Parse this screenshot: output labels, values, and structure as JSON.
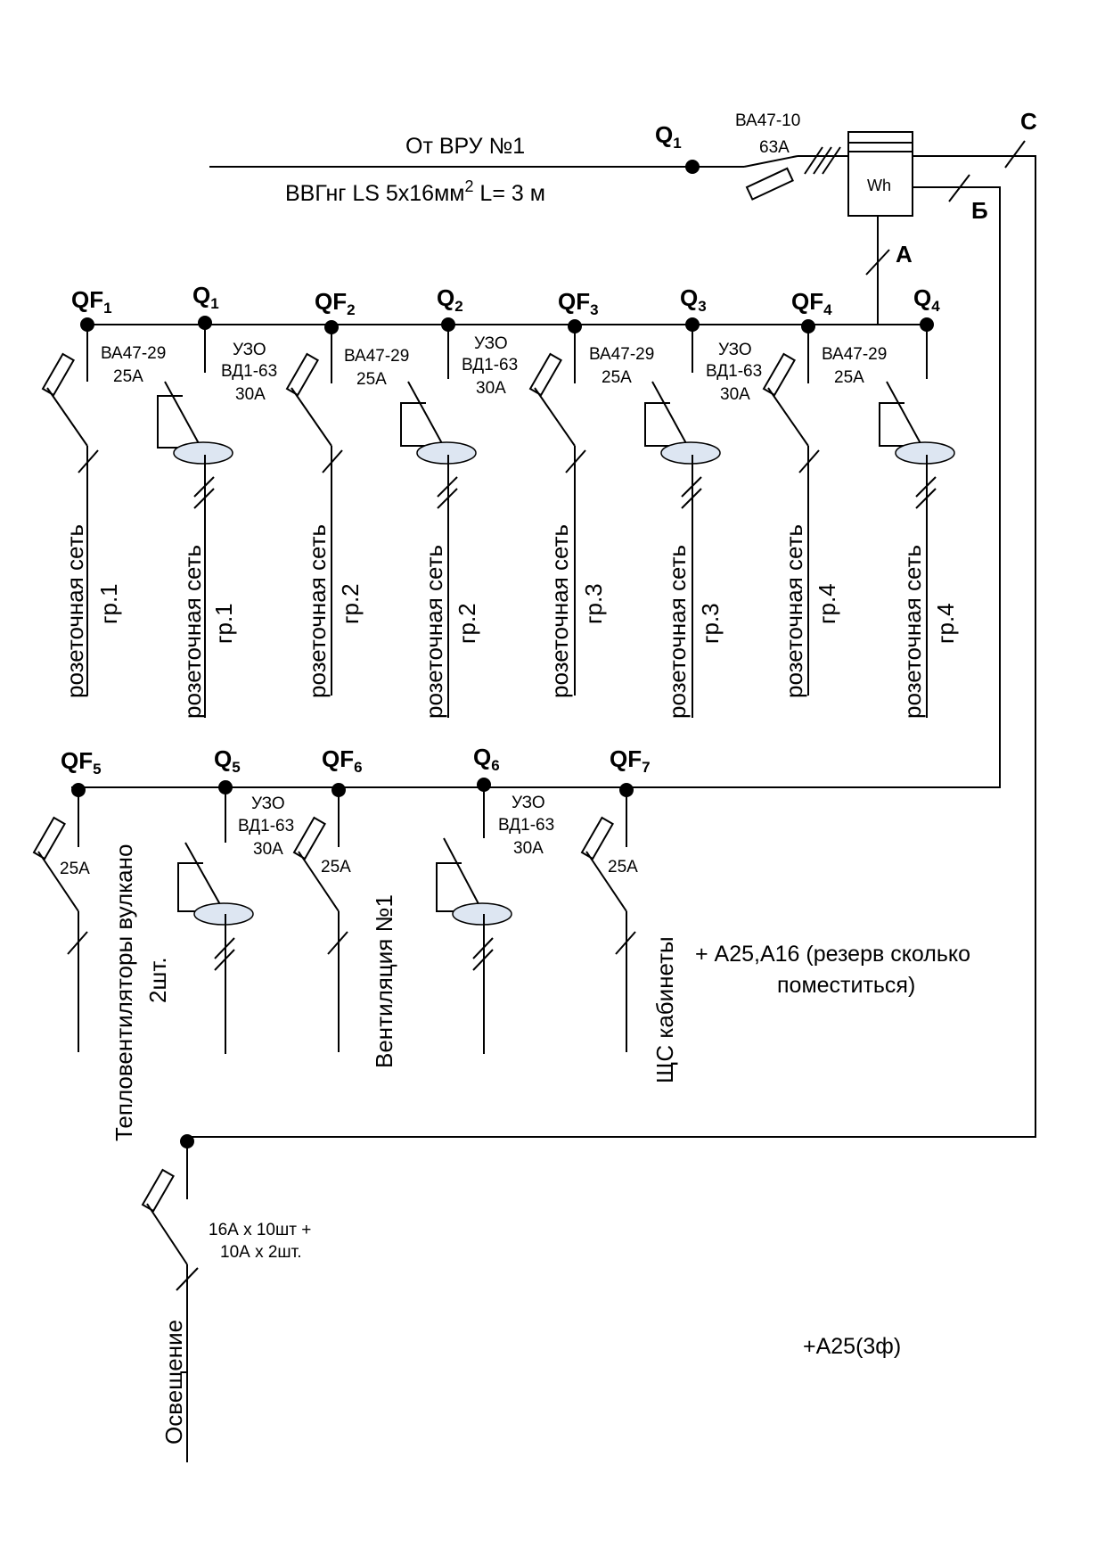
{
  "header": {
    "source_label": "От ВРУ №1",
    "cable_label": "ВВГнг LS 5х16мм",
    "cable_sup": "2",
    "cable_length": " L= 3 м",
    "main_switch": {
      "letter": "Q",
      "index": "1"
    },
    "main_breaker_type": "ВА47-10",
    "main_breaker_rating": "63А",
    "meter_label": "Wh",
    "phase_c": "С",
    "phase_b": "Б",
    "phase_a": "А"
  },
  "row1": {
    "devices": [
      {
        "letter": "QF",
        "index": "1",
        "type": "ВА47-29",
        "rating": "25А"
      },
      {
        "letter": "Q",
        "index": "1",
        "type_top": "УЗО",
        "type": "ВД1-63",
        "rating": "30А"
      },
      {
        "letter": "QF",
        "index": "2",
        "type": "ВА47-29",
        "rating": "25А"
      },
      {
        "letter": "Q",
        "index": "2",
        "type_top": "УЗО",
        "type": "ВД1-63",
        "rating": "30А"
      },
      {
        "letter": "QF",
        "index": "3",
        "type": "ВА47-29",
        "rating": "25А"
      },
      {
        "letter": "Q",
        "index": "3",
        "type_top": "УЗО",
        "type": "ВД1-63",
        "rating": "30А"
      },
      {
        "letter": "QF",
        "index": "4",
        "type": "ВА47-29",
        "rating": "25А"
      },
      {
        "letter": "Q",
        "index": "4"
      }
    ],
    "circuits": [
      {
        "line1": "розеточная сеть",
        "line2": "гр.1"
      },
      {
        "line1": "розеточная сеть",
        "line2": "гр.1"
      },
      {
        "line1": "розеточная сеть",
        "line2": "гр.2"
      },
      {
        "line1": "розеточная сеть",
        "line2": "гр.2"
      },
      {
        "line1": "розеточная сеть",
        "line2": "гр.3"
      },
      {
        "line1": "розеточная сеть",
        "line2": "гр.3"
      },
      {
        "line1": "розеточная сеть",
        "line2": "гр.4"
      },
      {
        "line1": "розеточная сеть",
        "line2": "гр.4"
      }
    ]
  },
  "row2": {
    "devices": [
      {
        "letter": "QF",
        "index": "5",
        "rating": "25А"
      },
      {
        "letter": "Q",
        "index": "5",
        "type_top": "УЗО",
        "type": "ВД1-63",
        "rating": "30А"
      },
      {
        "letter": "QF",
        "index": "6",
        "rating": "25А"
      },
      {
        "letter": "Q",
        "index": "6",
        "type_top": "УЗО",
        "type": "ВД1-63",
        "rating": "30А"
      },
      {
        "letter": "QF",
        "index": "7",
        "rating": "25А"
      }
    ],
    "circuits": {
      "heaters_line1": "Тепловентиляторы вулкано",
      "heaters_line2": "2шт.",
      "ventilation": "Вентиляция №1",
      "shs": "ЩС кабинеты"
    },
    "note_line1": "+ А25,А16 (резерв сколько",
    "note_line2": "поместиться)"
  },
  "lighting": {
    "rating_line1": "16А х 10шт +",
    "rating_line2": "10А х 2шт.",
    "circuit": "Освещение"
  },
  "footer_note": "+А25(3ф)"
}
